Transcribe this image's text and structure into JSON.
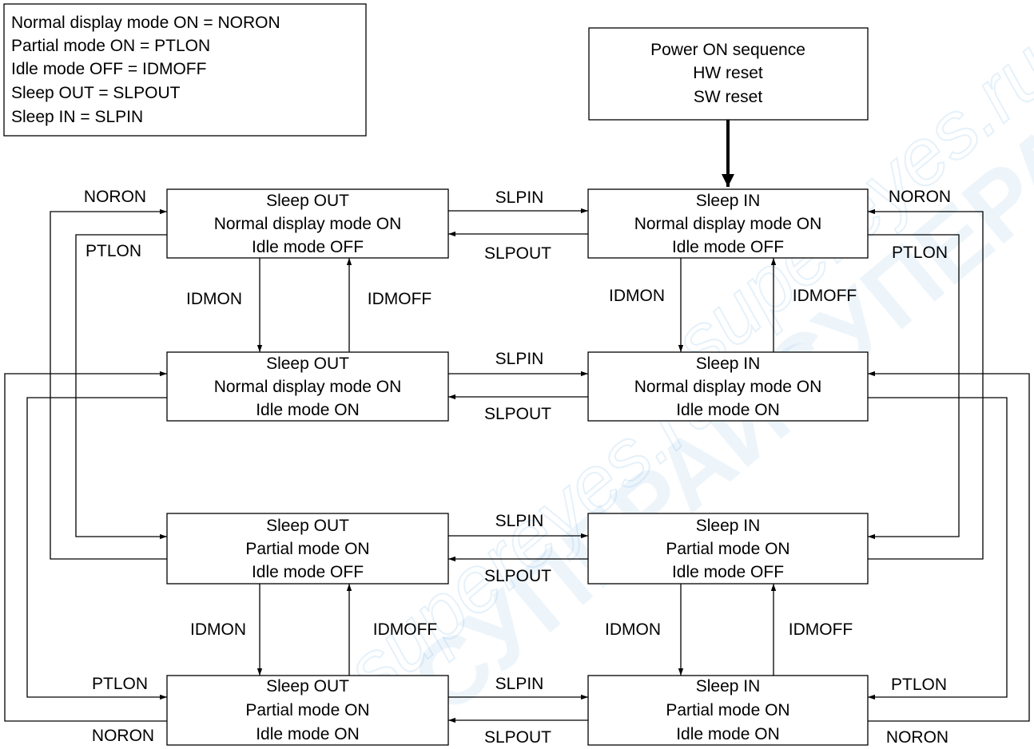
{
  "legend": {
    "lines": [
      "Normal display mode ON = NORON",
      "Partial mode ON = PTLON",
      "Idle mode OFF = IDMOFF",
      "Sleep OUT = SLPOUT",
      "Sleep IN = SLPIN"
    ]
  },
  "power_box": {
    "lines": [
      "Power ON sequence",
      "HW reset",
      "SW reset"
    ]
  },
  "states": {
    "r1_left": [
      "Sleep OUT",
      "Normal display mode ON",
      "Idle mode OFF"
    ],
    "r1_right": [
      "Sleep IN",
      "Normal display mode ON",
      "Idle mode OFF"
    ],
    "r2_left": [
      "Sleep OUT",
      "Normal display mode ON",
      "Idle mode ON"
    ],
    "r2_right": [
      "Sleep IN",
      "Normal display mode ON",
      "Idle mode ON"
    ],
    "r3_left": [
      "Sleep OUT",
      "Partial mode ON",
      "Idle mode OFF"
    ],
    "r3_right": [
      "Sleep IN",
      "Partial mode ON",
      "Idle mode OFF"
    ],
    "r4_left": [
      "Sleep OUT",
      "Partial mode ON",
      "Idle mode ON"
    ],
    "r4_right": [
      "Sleep IN",
      "Partial mode ON",
      "Idle mode ON"
    ]
  },
  "labels": {
    "slpin": "SLPIN",
    "slpout": "SLPOUT",
    "idmon": "IDMON",
    "idmoff": "IDMOFF",
    "noron": "NORON",
    "ptlon": "PTLON"
  },
  "watermark": {
    "text1": "supereyes.ru",
    "text2": "СУПЕРАЙС"
  }
}
